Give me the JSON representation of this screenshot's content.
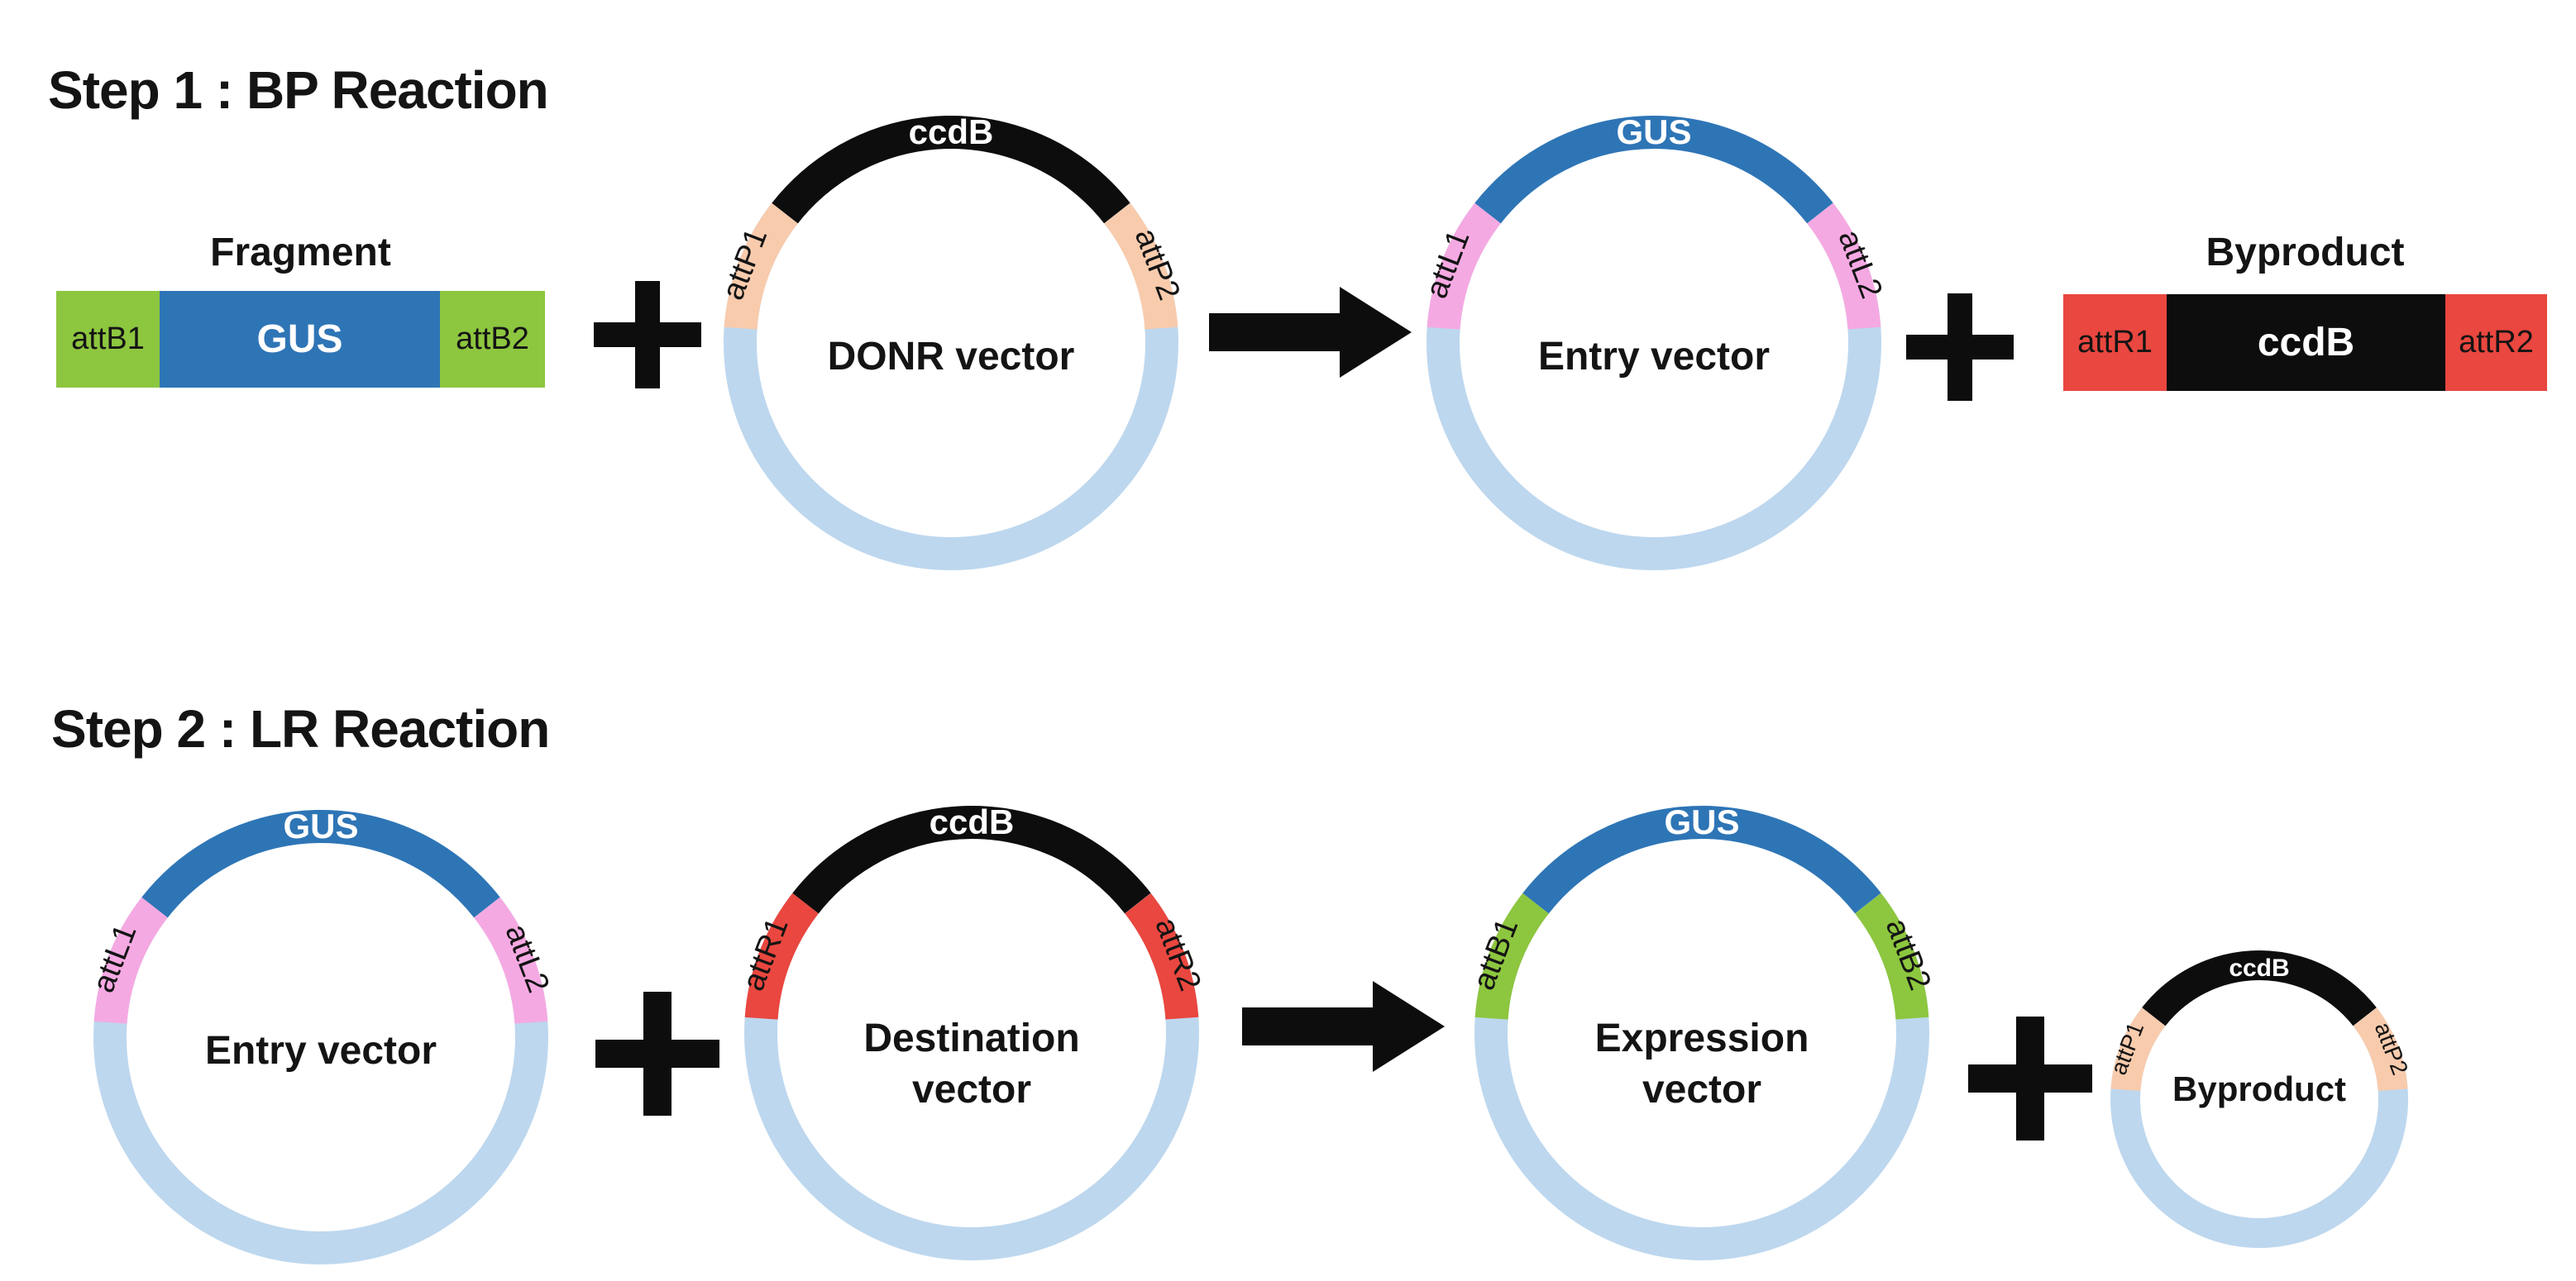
{
  "colors": {
    "ring_blue": "#BDD7EE",
    "gene_blue": "#2E75B6",
    "gene_black": "#0D0D0D",
    "green_attB": "#8DC63F",
    "peach_attP": "#F8CBAD",
    "pink_attL": "#F5A9E2",
    "red_attR": "#E9473F",
    "arrow_black": "#0D0D0D"
  },
  "step1": {
    "title": "Step 1 : BP Reaction",
    "fragment": {
      "title": "Fragment",
      "att_left": "attB1",
      "gene": "GUS",
      "att_right": "attB2"
    },
    "donr_vector": {
      "name": "DONR vector",
      "gene": "ccdB",
      "att_left": "attP1",
      "att_right": "attP2"
    },
    "entry_vector": {
      "name": "Entry vector",
      "gene": "GUS",
      "att_left": "attL1",
      "att_right": "attL2"
    },
    "byproduct": {
      "title": "Byproduct",
      "att_left": "attR1",
      "gene": "ccdB",
      "att_right": "attR2"
    }
  },
  "step2": {
    "title": "Step 2 : LR Reaction",
    "entry_vector": {
      "name": "Entry vector",
      "gene": "GUS",
      "att_left": "attL1",
      "att_right": "attL2"
    },
    "destination_vector": {
      "name_line1": "Destination",
      "name_line2": "vector",
      "gene": "ccdB",
      "att_left": "attR1",
      "att_right": "attR2"
    },
    "expression_vector": {
      "name_line1": "Expression",
      "name_line2": "vector",
      "gene": "GUS",
      "att_left": "attB1",
      "att_right": "attB2"
    },
    "byproduct_vector": {
      "name": "Byproduct",
      "gene": "ccdB",
      "att_left": "attP1",
      "att_right": "attP2"
    }
  }
}
